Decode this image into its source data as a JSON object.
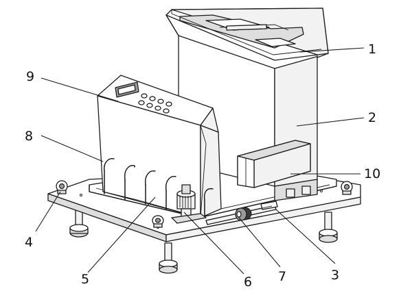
{
  "figure": {
    "callouts": [
      {
        "id": "c1",
        "label": "1"
      },
      {
        "id": "c2",
        "label": "2"
      },
      {
        "id": "c3",
        "label": "3"
      },
      {
        "id": "c4",
        "label": "4"
      },
      {
        "id": "c5",
        "label": "5"
      },
      {
        "id": "c6",
        "label": "6"
      },
      {
        "id": "c7",
        "label": "7"
      },
      {
        "id": "c8",
        "label": "8"
      },
      {
        "id": "c9",
        "label": "9"
      },
      {
        "id": "c10",
        "label": "10"
      }
    ]
  }
}
